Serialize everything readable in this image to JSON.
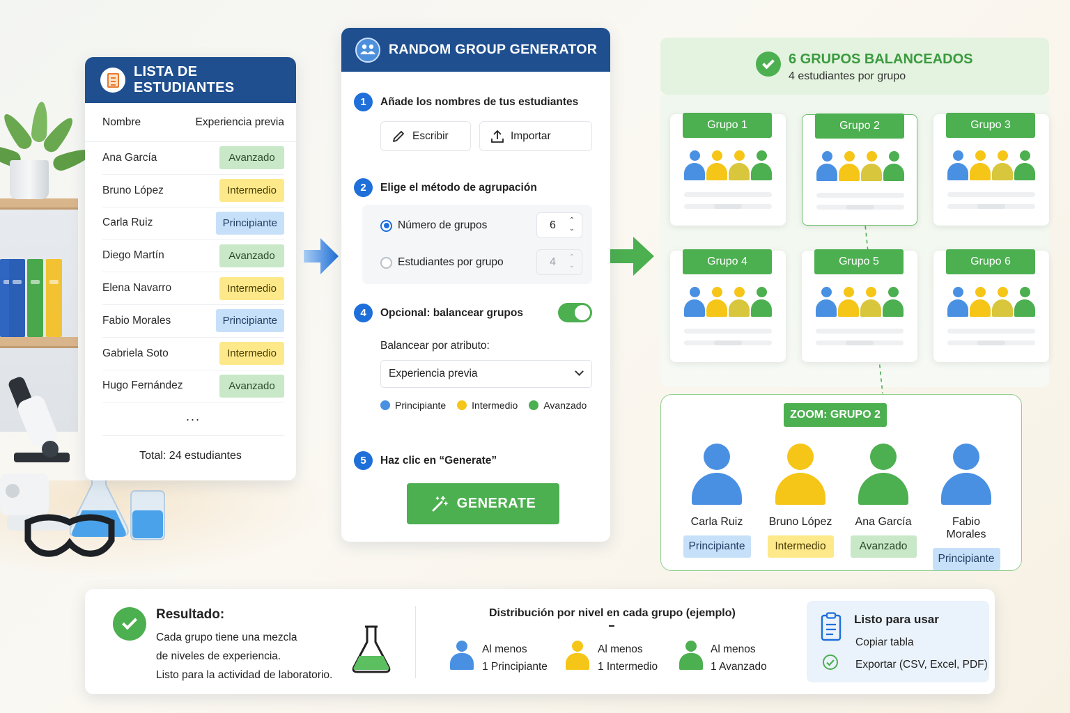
{
  "students": {
    "title": "LISTA DE ESTUDIANTES",
    "col_name": "Nombre",
    "col_exp": "Experiencia previa",
    "rows": [
      {
        "name": "Ana García",
        "level": "Avanzado"
      },
      {
        "name": "Bruno López",
        "level": "Intermedio"
      },
      {
        "name": "Carla Ruiz",
        "level": "Principiante"
      },
      {
        "name": "Diego Martín",
        "level": "Avanzado"
      },
      {
        "name": "Elena Navarro",
        "level": "Intermedio"
      },
      {
        "name": "Fabio Morales",
        "level": "Principiante"
      },
      {
        "name": "Gabriela Soto",
        "level": "Intermedio"
      },
      {
        "name": "Hugo Fernández",
        "level": "Avanzado"
      }
    ],
    "ellipsis": "...",
    "total": "Total: 24 estudiantes"
  },
  "generator": {
    "title": "RANDOM GROUP GENERATOR",
    "step1": {
      "num": "1",
      "label": "Añade los nombres de tus estudiantes",
      "write": "Escribir",
      "import": "Importar"
    },
    "step2": {
      "num": "2",
      "label": "Elige el método de agrupación"
    },
    "option_groups": {
      "label": "Número de grupos",
      "value": "6",
      "selected": true
    },
    "option_per_group": {
      "label": "Estudiantes por grupo",
      "value": "4",
      "selected": false
    },
    "step4": {
      "num": "4",
      "label": "Opcional: balancear grupos",
      "toggle_on": true
    },
    "balance_label": "Balancear por atributo:",
    "balance_select": "Experiencia previa",
    "legend": [
      {
        "label": "Principiante",
        "color": "#4a90e2"
      },
      {
        "label": "Intermedio",
        "color": "#f5c518"
      },
      {
        "label": "Avanzado",
        "color": "#4caf50"
      }
    ],
    "step5": {
      "num": "5",
      "label": "Haz clic en “Generate”"
    },
    "generate": "GENERATE"
  },
  "results": {
    "title": "6 GRUPOS BALANCEADOS",
    "subtitle": "4 estudiantes por grupo",
    "groups": [
      "Grupo 1",
      "Grupo 2",
      "Grupo 3",
      "Grupo 4",
      "Grupo 5",
      "Grupo 6"
    ],
    "zoom": {
      "title": "ZOOM: GRUPO 2",
      "members": [
        {
          "name": "Carla Ruiz",
          "level": "Principiante"
        },
        {
          "name": "Bruno López",
          "level": "Intermedio"
        },
        {
          "name": "Ana García",
          "level": "Avanzado"
        },
        {
          "name": "Fabio Morales",
          "level": "Principiante"
        }
      ]
    }
  },
  "bottom": {
    "result_title": "Resultado:",
    "result_lines": [
      "Cada grupo tiene una mezcla",
      "de niveles de experiencia.",
      "Listo para la actividad de laboratorio."
    ],
    "dist_title": "Distribución por nivel en cada grupo (ejemplo)",
    "dist": [
      {
        "l1": "Al menos",
        "l2": "1 Principiante"
      },
      {
        "l1": "Al menos",
        "l2": "1 Intermedio"
      },
      {
        "l1": "Al menos",
        "l2": "1 Avanzado"
      }
    ],
    "ready_title": "Listo para usar",
    "ready_items": [
      "Copiar tabla",
      "Exportar (CSV, Excel, PDF)"
    ]
  },
  "colors": {
    "header_blue": "#1f4f8f",
    "green": "#4caf50",
    "blue": "#4a90e2",
    "yellow": "#f5c518"
  }
}
